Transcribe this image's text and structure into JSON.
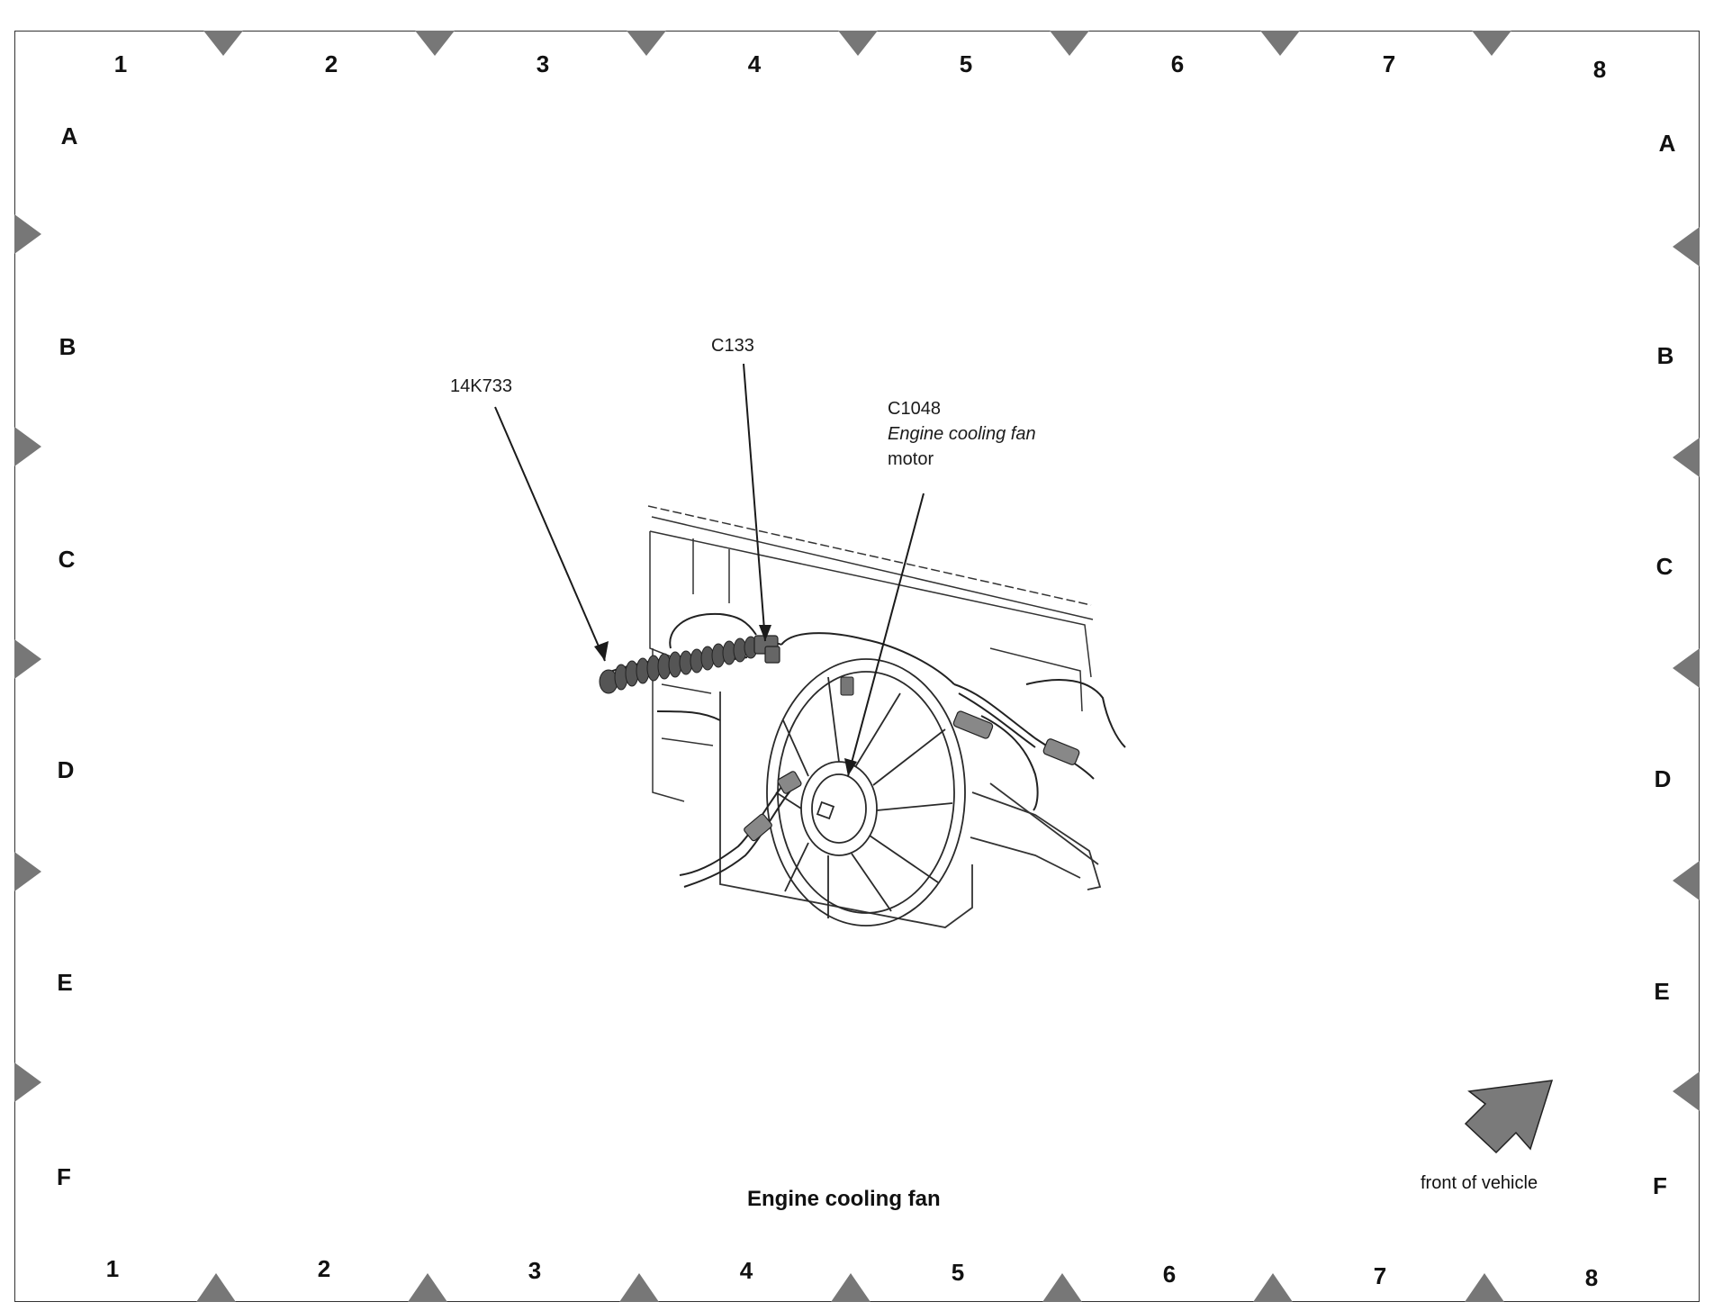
{
  "grid": {
    "columns": [
      "1",
      "2",
      "3",
      "4",
      "5",
      "6",
      "7",
      "8"
    ],
    "rows": [
      "A",
      "B",
      "C",
      "D",
      "E",
      "F"
    ]
  },
  "callouts": {
    "harness": {
      "code": "14K733"
    },
    "connector_c133": {
      "code": "C133"
    },
    "connector_c1048": {
      "code": "C1048",
      "desc_line1": "Engine cooling fan",
      "desc_line2": "motor"
    }
  },
  "caption": "Engine cooling fan",
  "orientation": {
    "label": "front of vehicle",
    "arrow_icon": "front-of-vehicle-arrow-icon"
  },
  "colors": {
    "marker_gray": "#777777",
    "line": "#222222"
  }
}
